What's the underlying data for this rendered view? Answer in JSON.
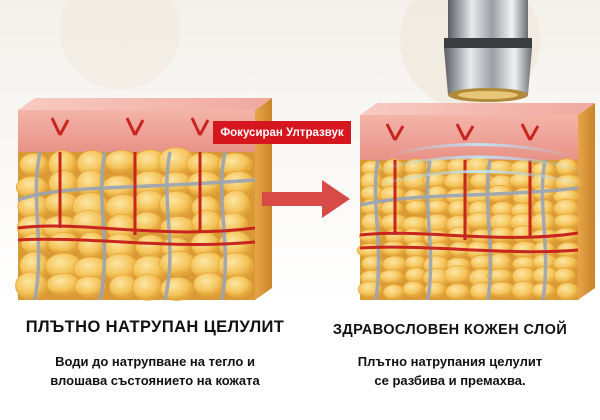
{
  "label": "Фокусиран Ултразвук",
  "left": {
    "title": "ПЛЪТНО НАТРУПАН ЦЕЛУЛИТ",
    "line1": "Води до натрупване на тегло и",
    "line2": "влошава състоянието на кожата"
  },
  "right": {
    "title": "ЗДРАВОСЛОВЕН КОЖЕН СЛОЙ",
    "line1": "Плътно натрупания целулит",
    "line2": "се разбива и премахва."
  },
  "colors": {
    "accent_red": "#d5161e",
    "skin_pink": "#f2b8b0",
    "fat_yellow": "#f3c35a"
  }
}
